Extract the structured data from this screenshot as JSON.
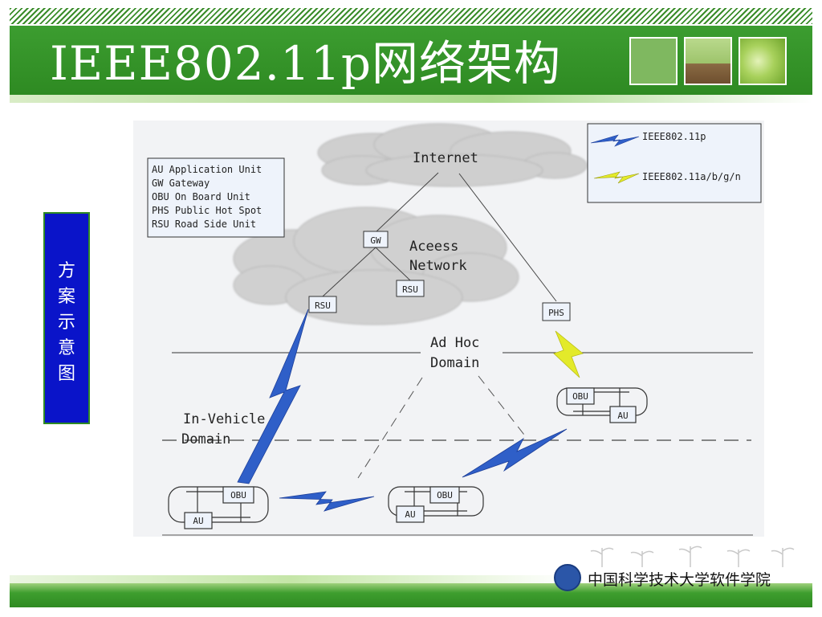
{
  "slide": {
    "title": "IEEE802.11p网络架构",
    "side_label": "方\n案\n示\n意\n图",
    "footer_org": "中国科学技术大学软件学院"
  },
  "diagram": {
    "abbrev_legend": [
      "AU Application Unit",
      "GW Gateway",
      "OBU On Board Unit",
      "PHS Public Hot Spot",
      "RSU Road Side Unit"
    ],
    "link_legend": [
      {
        "label": "IEEE802.11p",
        "color": "#2f5fc8"
      },
      {
        "label": "IEEE802.11a/b/g/n",
        "color": "#e3ea2a"
      }
    ],
    "clouds": {
      "internet": "Internet",
      "access_network_line1": "Aceess",
      "access_network_line2": "Network"
    },
    "nodes": {
      "gw": "GW",
      "rsu_left": "RSU",
      "rsu_right": "RSU",
      "phs": "PHS",
      "obu": "OBU",
      "au": "AU"
    },
    "domains": {
      "ad_hoc_line1": "Ad Hoc",
      "ad_hoc_line2": "Domain",
      "in_vehicle_line1": "In-Vehicle",
      "in_vehicle_line2": "Domain"
    }
  },
  "colors": {
    "brand_green": "#2e8a22",
    "side_label_blue": "#0a14c9",
    "link_80211p": "#2f5fc8",
    "link_80211abgn": "#e3ea2a"
  }
}
